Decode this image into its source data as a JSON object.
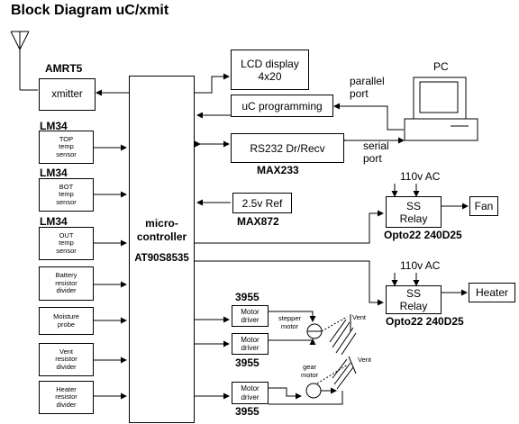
{
  "title": "Block Diagram uC/xmit",
  "mcu": {
    "label": "micro-\ncontroller",
    "part": "AT90S8535"
  },
  "xmitter": {
    "label": "xmitter",
    "part": "AMRT5"
  },
  "lcd": {
    "label": "LCD display\n4x20"
  },
  "uc_prog": {
    "label": "uC programming"
  },
  "rs232": {
    "label": "RS232 Dr/Recv",
    "part": "MAX233"
  },
  "ref": {
    "label": "2.5v Ref",
    "part": "MAX872"
  },
  "pc": {
    "label": "PC",
    "parallel_label": "parallel\nport",
    "serial_label": "serial\nport"
  },
  "sensors": [
    {
      "part": "LM34",
      "label": "TOP\ntemp\nsensor"
    },
    {
      "part": "LM34",
      "label": "BOT\ntemp\nsensor"
    },
    {
      "part": "LM34",
      "label": "OUT\ntemp\nsensor"
    }
  ],
  "other_inputs": [
    {
      "label": "Battery\nresistor\ndivider"
    },
    {
      "label": "Moisture\nprobe"
    },
    {
      "label": "Vent\nresistor\ndivider"
    },
    {
      "label": "Heater\nresistor\ndivider"
    }
  ],
  "relays": [
    {
      "ac": "110v AC",
      "label": "SS\nRelay",
      "load": "Fan",
      "part": "Opto22 240D25"
    },
    {
      "ac": "110v AC",
      "label": "SS\nRelay",
      "load": "Heater",
      "part": "Opto22 240D25"
    }
  ],
  "motor_drivers": [
    {
      "label": "Motor\ndriver",
      "part_above": "3955"
    },
    {
      "label": "Motor\ndriver",
      "part_below": "3955"
    },
    {
      "label": "Motor\ndriver",
      "part_below": "3955"
    }
  ],
  "motors": {
    "stepper": "stepper\nmotor",
    "gear": "gear\nmotor",
    "vent1": "Vent",
    "vent2": "Vent"
  },
  "colors": {
    "line": "#000000",
    "background": "#ffffff"
  }
}
